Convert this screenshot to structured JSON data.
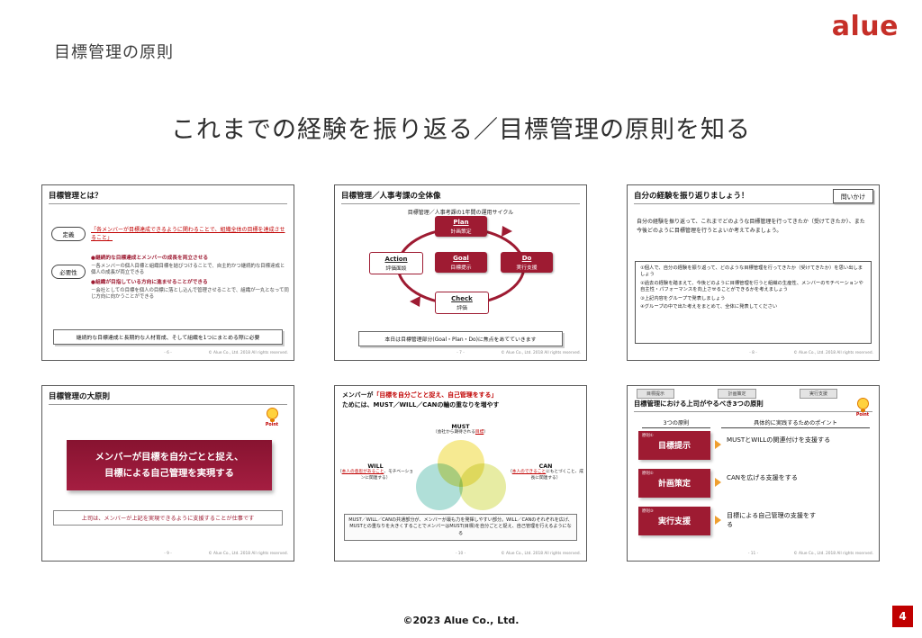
{
  "colors": {
    "brand_red": "#c62f28",
    "dark_red": "#9e1b32",
    "accent_red": "#c00000"
  },
  "header": {
    "page_title": "目標管理の原則",
    "logo": "alue"
  },
  "heading": "これまでの経験を振り返る／目標管理の原則を知る",
  "footer": {
    "copyright": "©2023 Alue Co., Ltd.",
    "page_number": "4"
  },
  "slides": {
    "s1": {
      "title": "目標管理とは？",
      "def_label": "定義",
      "def_text": "「各メンバーが目標達成できるように関わることで、組織全体の目標を達成させること」",
      "nec_label": "必要性",
      "b1_head": "●継続的な目標達成とメンバーの成長を両立させる",
      "b1_sub": "－各メンバーの個人目標と組織目標を結びつけることで、自主的かつ継続的な目標達成と個人の成長が両立できる",
      "b2_head": "●組織が目指している方向に進ませることができる",
      "b2_sub": "－会社としての目標を個人の目標に落とし込んで管理させることで、組織が一丸となって同じ方向に向かうことができる",
      "bottom": "継続的な目標達成と長期的な人材育成、そして組織を1つにまとめる際に必要",
      "page": "- 6 -",
      "copyright": "© Alue Co., Ltd. 2018 All rights reserved."
    },
    "s2": {
      "title": "目標管理／人事考課の全体像",
      "subtitle": "目標管理／人事考課の1年間の運用サイクル",
      "plan_en": "Plan",
      "plan_jp": "計画策定",
      "goal_en": "Goal",
      "goal_jp": "目標提示",
      "do_en": "Do",
      "do_jp": "実行支援",
      "check_en": "Check",
      "check_jp": "評価",
      "action_en": "Action",
      "action_jp": "評価面談",
      "bottom": "本日は目標管理部分(Goal・Plan・Do)に焦点をあてていきます",
      "page": "- 7 -",
      "copyright": "© Alue Co., Ltd. 2018 All rights reserved."
    },
    "s3": {
      "title": "自分の経験を振り返りましょう！",
      "badge": "問いかけ",
      "intro": "自分の経験を振り返って、これまでどのような目標管理を行ってきたか（受けてきたか）、また今後どのように目標管理を行うとよいか考えてみましょう。",
      "items": [
        "①個人で、自分の経験を振り返って、どのような目標管理を行ってきたか（受けてきたか）を思い出しましょう",
        "②過去の経験を踏まえて、今後どのように目標管理を行うと組織の生産性、メンバーのモチベーションや自主性・パフォーマンスを向上させることができるかを考えましょう",
        "③上記内容をグループで発表しましょう",
        "④グループの中で出た考えをまとめて、全体に発表してください"
      ],
      "page": "- 8 -",
      "copyright": "© Alue Co., Ltd. 2018 All rights reserved."
    },
    "s4": {
      "title": "目標管理の大原則",
      "point_label": "Point",
      "main_line1": "メンバーが目標を自分ごとと捉え、",
      "main_line2": "目標による自己管理を実現する",
      "bottom": "上司は、メンバーが上記を実現できるように支援することが仕事です",
      "page": "- 9 -",
      "copyright": "© Alue Co., Ltd. 2018 All rights reserved."
    },
    "s5": {
      "title_pre": "メンバーが",
      "title_red": "「目標を自分ごとと捉え、自己管理をする」",
      "title_line2": "ためには、MUST／WILL／CANの輪の重なりを増やす",
      "must": "MUST",
      "must_sub_pre": "（会社から期待される",
      "must_sub_red": "目標",
      "must_sub_post": "）",
      "will": "WILL",
      "will_sub_pre": "（",
      "will_sub_red": "本人の意思があること",
      "will_sub_post": "、モチベーションに関連する）",
      "can": "CAN",
      "can_sub_pre": "（",
      "can_sub_red": "本人のできること",
      "can_sub_post": "にもとづくこと、成長に関連する）",
      "bottom": "MUST／WILL／CANの共通部分が、メンバーが最も力を発揮しやすい部分。WILL／CANのそれぞれを広げ、MUSTとの重なりを大きくすることでメンバーはMUST(目標)を自分ごとと捉え、自己管理を行えるようになる",
      "page": "- 10 -",
      "copyright": "© Alue Co., Ltd. 2018 All rights reserved."
    },
    "s6": {
      "tabs": [
        "目標提示",
        "計画策定",
        "実行支援"
      ],
      "title": "目標管理における上司がやるべき3つの原則",
      "point_label": "Point",
      "col1": "3つの原則",
      "col2": "具体的に実践するためのポイント",
      "rows": [
        {
          "tag": "原則①",
          "name": "目標提示",
          "point": "MUSTとWILLの関連付けを支援する"
        },
        {
          "tag": "原則②",
          "name": "計画策定",
          "point": "CANを広げる支援をする"
        },
        {
          "tag": "原則③",
          "name": "実行支援",
          "point": "目標による自己管理の支援をする"
        }
      ],
      "page": "- 11 -",
      "copyright": "© Alue Co., Ltd. 2018 All rights reserved."
    }
  }
}
